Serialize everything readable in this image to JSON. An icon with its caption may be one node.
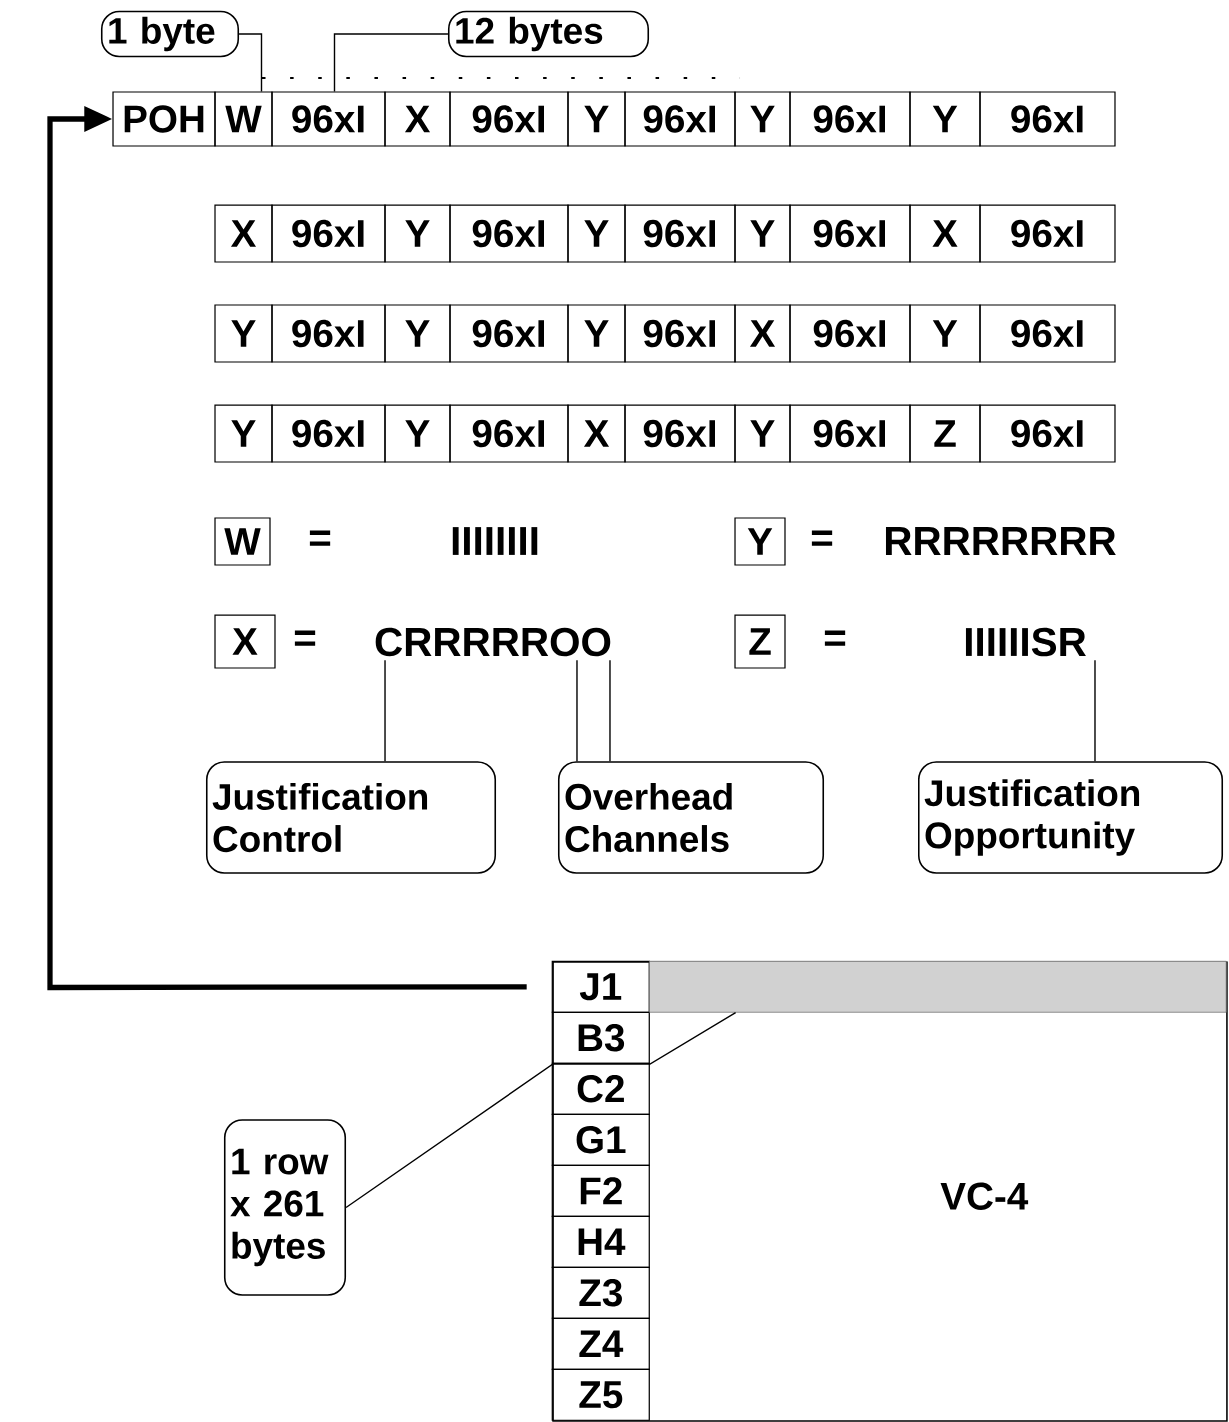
{
  "diagram": {
    "nodes": [
      {
        "text": [
          "1 byte"
        ]
      },
      {
        "text": [
          "12 bytes"
        ]
      },
      {
        "text": [
          "POH"
        ]
      },
      {
        "text": [
          "W"
        ]
      },
      {
        "text": [
          "96xI"
        ]
      },
      {
        "text": [
          "X"
        ]
      },
      {
        "text": [
          "96xI"
        ]
      },
      {
        "text": [
          "Y"
        ]
      },
      {
        "text": [
          "96xI"
        ]
      },
      {
        "text": [
          "Y"
        ]
      },
      {
        "text": [
          "96xI"
        ]
      },
      {
        "text": [
          "Y"
        ]
      },
      {
        "text": [
          "96xI"
        ]
      },
      {
        "text": [
          "X"
        ]
      },
      {
        "text": [
          "96xI"
        ]
      },
      {
        "text": [
          "Y"
        ]
      },
      {
        "text": [
          "96xI"
        ]
      },
      {
        "text": [
          "Y"
        ]
      },
      {
        "text": [
          "96xI"
        ]
      },
      {
        "text": [
          "Y"
        ]
      },
      {
        "text": [
          "96xI"
        ]
      },
      {
        "text": [
          "X"
        ]
      },
      {
        "text": [
          "96xI"
        ]
      },
      {
        "text": [
          "Y"
        ]
      },
      {
        "text": [
          "96xI"
        ]
      },
      {
        "text": [
          "Y"
        ]
      },
      {
        "text": [
          "96xI"
        ]
      },
      {
        "text": [
          "Y"
        ]
      },
      {
        "text": [
          "96xI"
        ]
      },
      {
        "text": [
          "X"
        ]
      },
      {
        "text": [
          "96xI"
        ]
      },
      {
        "text": [
          "Y"
        ]
      },
      {
        "text": [
          "96xI"
        ]
      },
      {
        "text": [
          "Y"
        ]
      },
      {
        "text": [
          "96xI"
        ]
      },
      {
        "text": [
          "Y"
        ]
      },
      {
        "text": [
          "96xI"
        ]
      },
      {
        "text": [
          "X"
        ]
      },
      {
        "text": [
          "96xI"
        ]
      },
      {
        "text": [
          "Y"
        ]
      },
      {
        "text": [
          "96xI"
        ]
      },
      {
        "text": [
          "Z"
        ]
      },
      {
        "text": [
          "96xI"
        ]
      },
      {
        "text": [
          "W"
        ]
      },
      {
        "text": [
          "IIIIIIII"
        ]
      },
      {
        "text": [
          "Y"
        ]
      },
      {
        "text": [
          "RRRRRRRR"
        ]
      },
      {
        "text": [
          "X"
        ]
      },
      {
        "text": [
          "CRRRRROO"
        ]
      },
      {
        "text": [
          "Z"
        ]
      },
      {
        "text": [
          "IIIIIISR"
        ]
      },
      {
        "text": [
          "Justification Control"
        ]
      },
      {
        "text": [
          "Overhead Channels"
        ]
      },
      {
        "text": [
          "Justification Opportunity"
        ]
      },
      {
        "text": [
          "1 row x 261 bytes"
        ]
      },
      {
        "text": [
          "VC-4"
        ]
      },
      {
        "text": [
          "J1"
        ],
        "in": 55
      },
      {
        "text": [
          "B3"
        ],
        "in": 55
      },
      {
        "text": [
          "C2"
        ],
        "in": 55
      },
      {
        "text": [
          "G1"
        ],
        "in": 55
      },
      {
        "text": [
          "F2"
        ],
        "in": 55
      },
      {
        "text": [
          "H4"
        ],
        "in": 55
      },
      {
        "text": [
          "Z3"
        ],
        "in": 55
      },
      {
        "text": [
          "Z4"
        ],
        "in": 55
      },
      {
        "text": [
          "Z5"
        ],
        "in": 55
      },
      {
        "text": [],
        "shape": "bar",
        "in": 55
      }
    ],
    "edges": [
      {
        "from": 0,
        "to": 3,
        "arrow": "none"
      },
      {
        "from": 1,
        "to": 4,
        "arrow": "none"
      },
      {
        "from": 56,
        "to": 2,
        "arrow": "to",
        "style": "thick"
      },
      {
        "from": 51,
        "to": 48,
        "arrow": "none"
      },
      {
        "from": 52,
        "to": 48,
        "arrow": "none"
      },
      {
        "from": 52,
        "to": 48,
        "arrow": "none"
      },
      {
        "from": 53,
        "to": 50,
        "arrow": "none"
      },
      {
        "from": 54,
        "to": 65,
        "arrow": "none"
      }
    ],
    "labels": [
      "=",
      "=",
      "=",
      "="
    ]
  }
}
